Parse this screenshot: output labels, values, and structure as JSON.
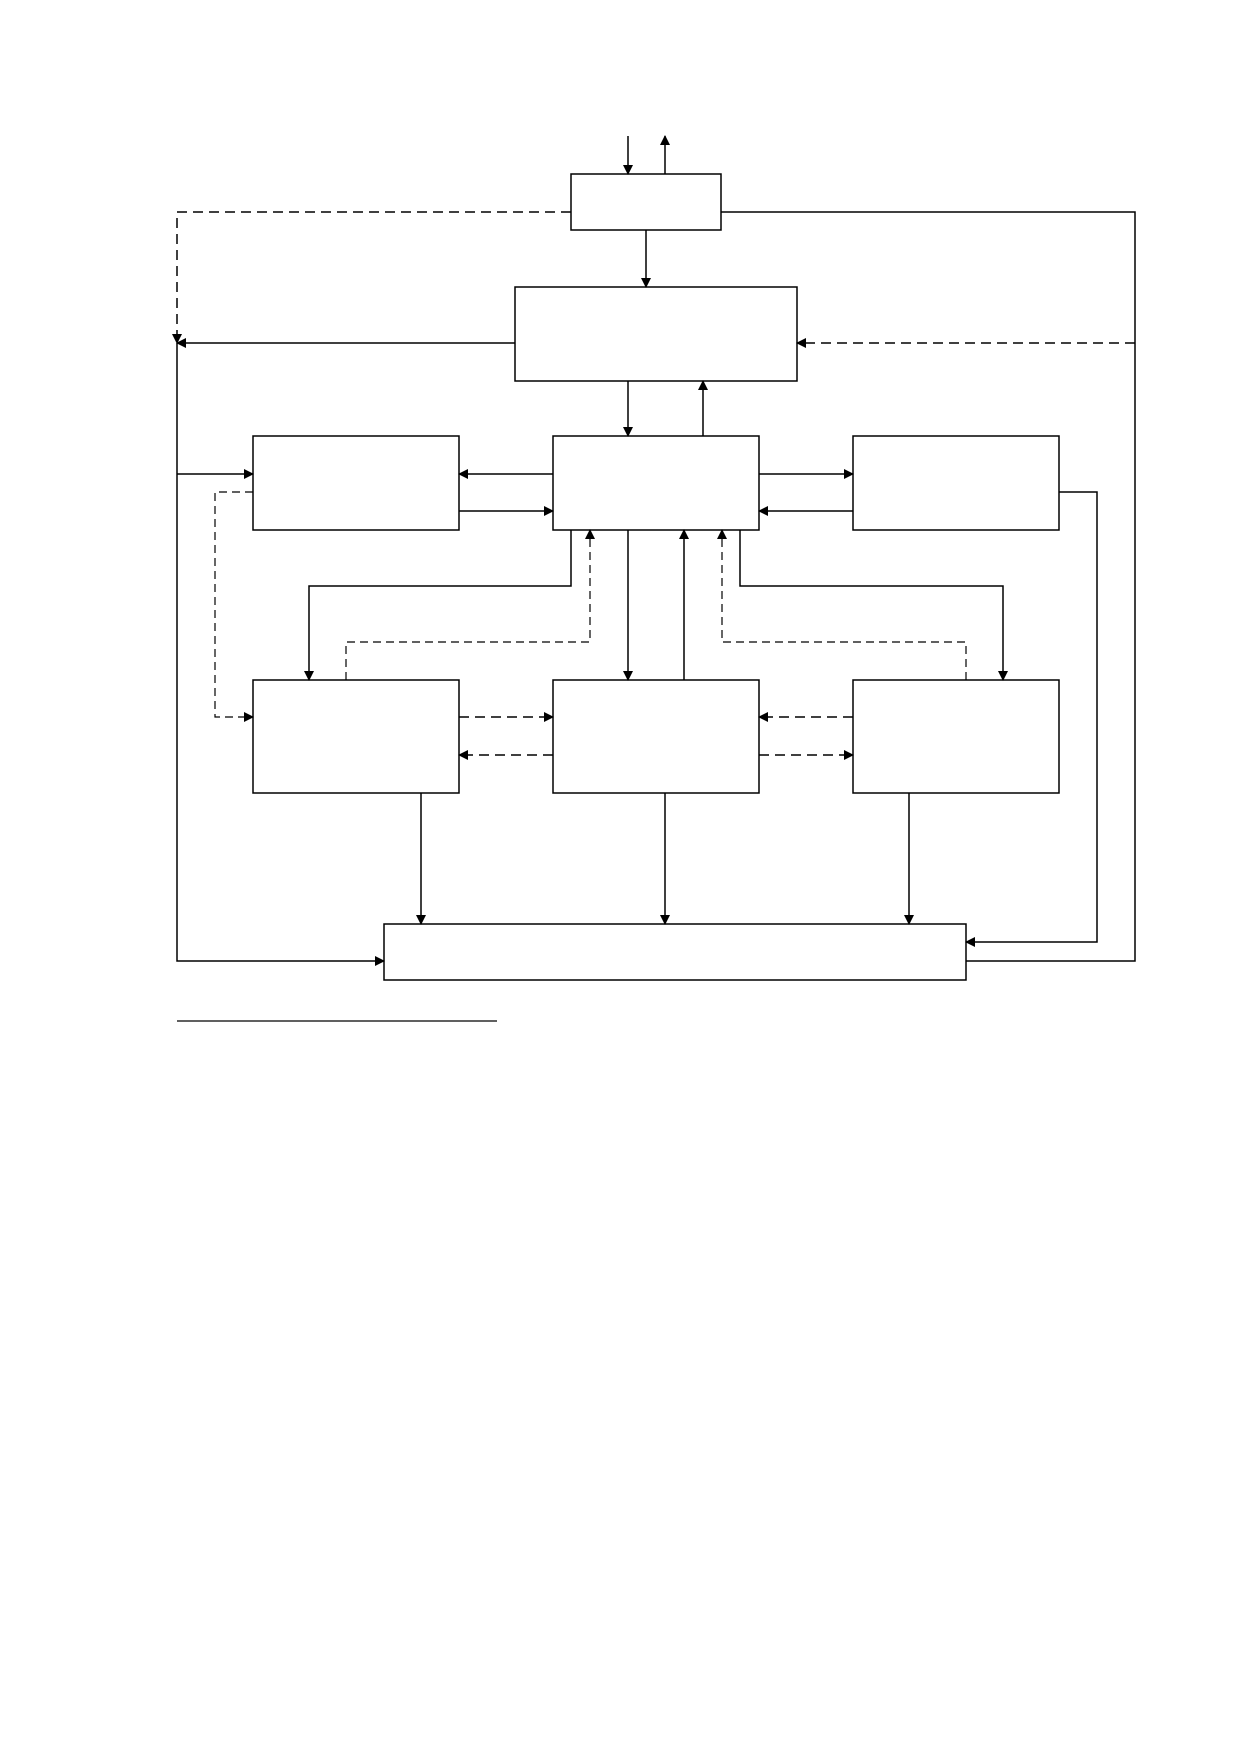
{
  "diagram": {
    "title": "",
    "boxes": [
      {
        "id": "top-box",
        "label": ""
      },
      {
        "id": "second-box",
        "label": ""
      },
      {
        "id": "middle-left-box",
        "label": ""
      },
      {
        "id": "middle-center-box",
        "label": ""
      },
      {
        "id": "middle-right-box",
        "label": ""
      },
      {
        "id": "lower-left-box",
        "label": ""
      },
      {
        "id": "lower-center-box",
        "label": ""
      },
      {
        "id": "lower-right-box",
        "label": ""
      },
      {
        "id": "bottom-box",
        "label": ""
      }
    ],
    "footnote": ""
  }
}
